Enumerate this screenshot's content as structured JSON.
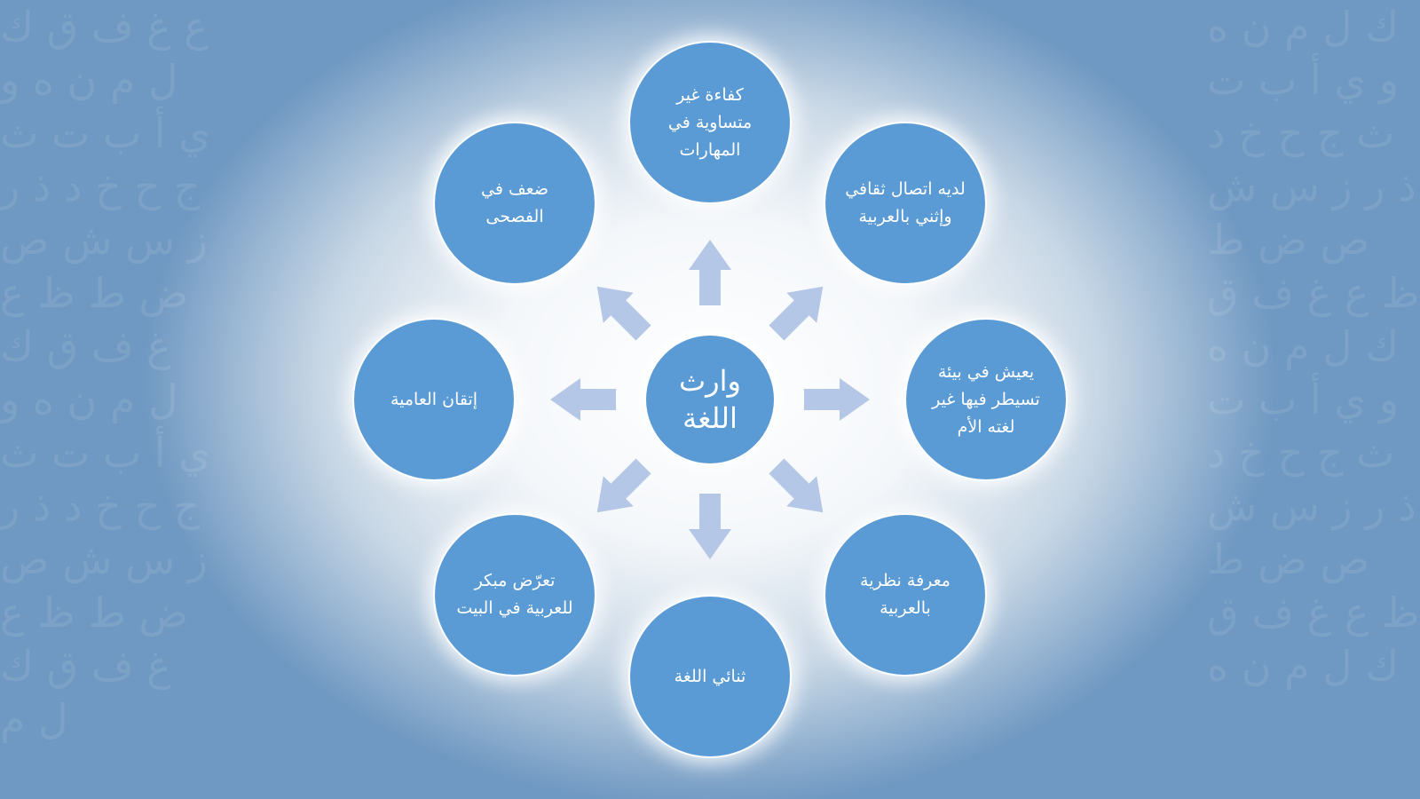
{
  "diagram": {
    "center": "وارث اللغة",
    "nodes": [
      "كفاءة غير متساوية في المهارات",
      "لديه اتصال ثقافي وإثني بالعربية",
      "يعيش في بيئة تسيطر فيها غير لغته الأم",
      "معرفة نظرية بالعربية",
      "ثنائي اللغة",
      "تعرّض مبكر للعربية في البيت",
      "إتقان العامية",
      "ضعف في الفصحى"
    ],
    "colors": {
      "node_fill": "#5b9bd5",
      "arrow_fill": "#b4c7e7",
      "text": "#ffffff"
    }
  }
}
